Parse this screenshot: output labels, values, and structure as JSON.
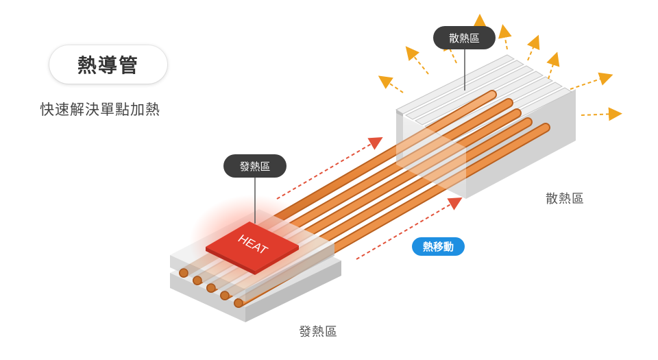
{
  "title": "熱導管",
  "subtitle": "快速解決單點加熱",
  "labels": {
    "heat_source_tag": "發熱區",
    "heat_sink_tag": "散熱區",
    "heat_sink_label": "散熱區",
    "heat_source_label": "發熱區",
    "heat_transfer": "熱移動",
    "heat_block": "HEAT"
  },
  "colors": {
    "copper": "#e8873a",
    "heat_red": "#e03c2c",
    "arrow_orange": "#f0a41e",
    "blue_pill": "#1e8fe1",
    "dark_tag": "#3d3d3d"
  }
}
